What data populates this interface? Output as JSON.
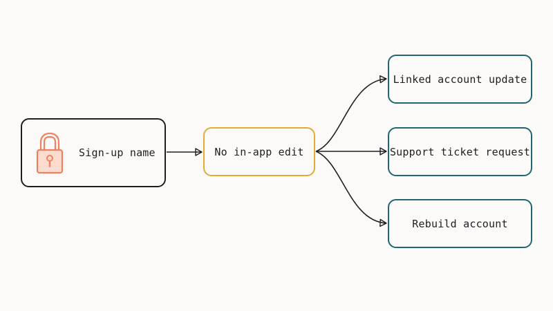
{
  "nodes": {
    "signup": {
      "label": "Sign-up name",
      "icon": "lock-icon"
    },
    "no_edit": {
      "label": "No in-app edit"
    },
    "linked_update": {
      "label": "Linked account update"
    },
    "support_ticket": {
      "label": "Support ticket request"
    },
    "rebuild": {
      "label": "Rebuild account"
    }
  },
  "colors": {
    "stroke": "#1e1e1e",
    "accent_amber": "#e0ac36",
    "accent_teal": "#1e6670",
    "lock": "#ef8160",
    "background": "#fcf9f9"
  }
}
